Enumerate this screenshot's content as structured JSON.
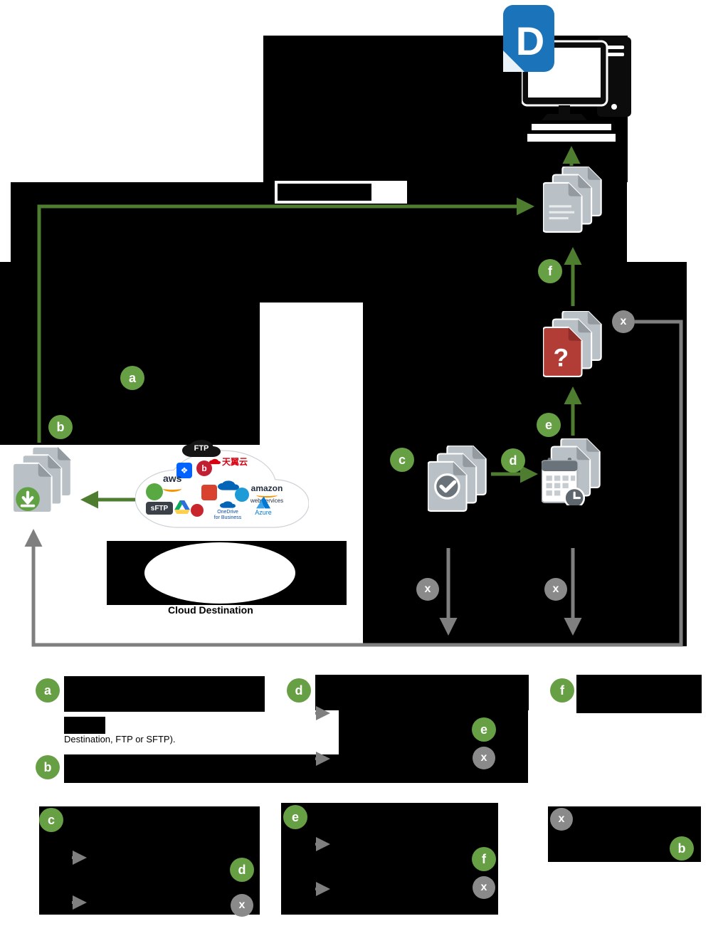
{
  "badges": {
    "a": "a",
    "b": "b",
    "c": "c",
    "d": "d",
    "e": "e",
    "f": "f",
    "x": "x"
  },
  "labels": {
    "cloud_destination": "Cloud Destination",
    "destination_line": "Destination, FTP or SFTP).",
    "logo_letter": "D",
    "error_mark": "?"
  },
  "services": {
    "ftp": "FTP",
    "tianyi": "天翼云",
    "aws": "aws",
    "amazon": "amazon",
    "amazon_sub": "web services",
    "sftp": "sFTP",
    "onedrive": "OneDrive",
    "onedrive_sub": "for Business",
    "azure": "Azure"
  },
  "colors": {
    "badge_green": "#679f45",
    "badge_gray": "#8a8a8a",
    "arrow_green": "#4e7d2f",
    "arrow_gray": "#7f7f7f",
    "doc_fill": "#b9c0c6",
    "doc_fold": "#939ba1",
    "error_red": "#b23c36",
    "brand_blue": "#1b73ba",
    "azure_blue": "#0078d4",
    "onedrive_blue": "#0364b8"
  }
}
